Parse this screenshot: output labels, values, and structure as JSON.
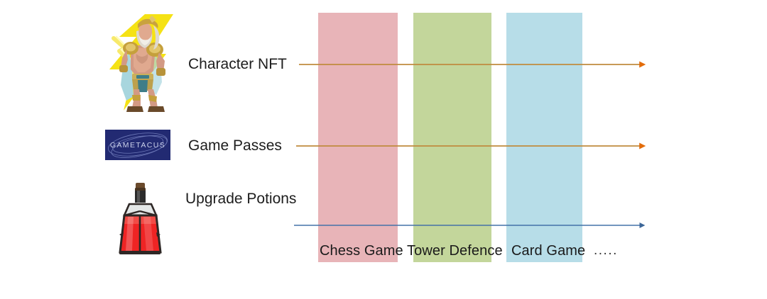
{
  "diagram": {
    "rows": [
      {
        "label": "Character NFT",
        "asset_icon": "character-nft-artwork",
        "arrow_color": "#c08b3e",
        "arrow_head_color": "#e36c0a"
      },
      {
        "label": "Game Passes",
        "asset_icon": "gametacus-logo",
        "arrow_color": "#c08b3e",
        "arrow_head_color": "#e36c0a"
      },
      {
        "label": "Upgrade Potions",
        "asset_icon": "potion-bottle-artwork",
        "arrow_color": "#4472a8",
        "arrow_head_color": "#3c6698"
      }
    ],
    "columns": [
      {
        "label": "Chess Game",
        "color": "#e8b4b8"
      },
      {
        "label": "Tower Defence",
        "color": "#c3d69b"
      },
      {
        "label": "Card Game",
        "color": "#b7dde8"
      }
    ],
    "ellipsis": ".....",
    "logo": {
      "text": "GAMETACUS",
      "background": "#222a72",
      "text_color": "#c9cfe8"
    }
  }
}
